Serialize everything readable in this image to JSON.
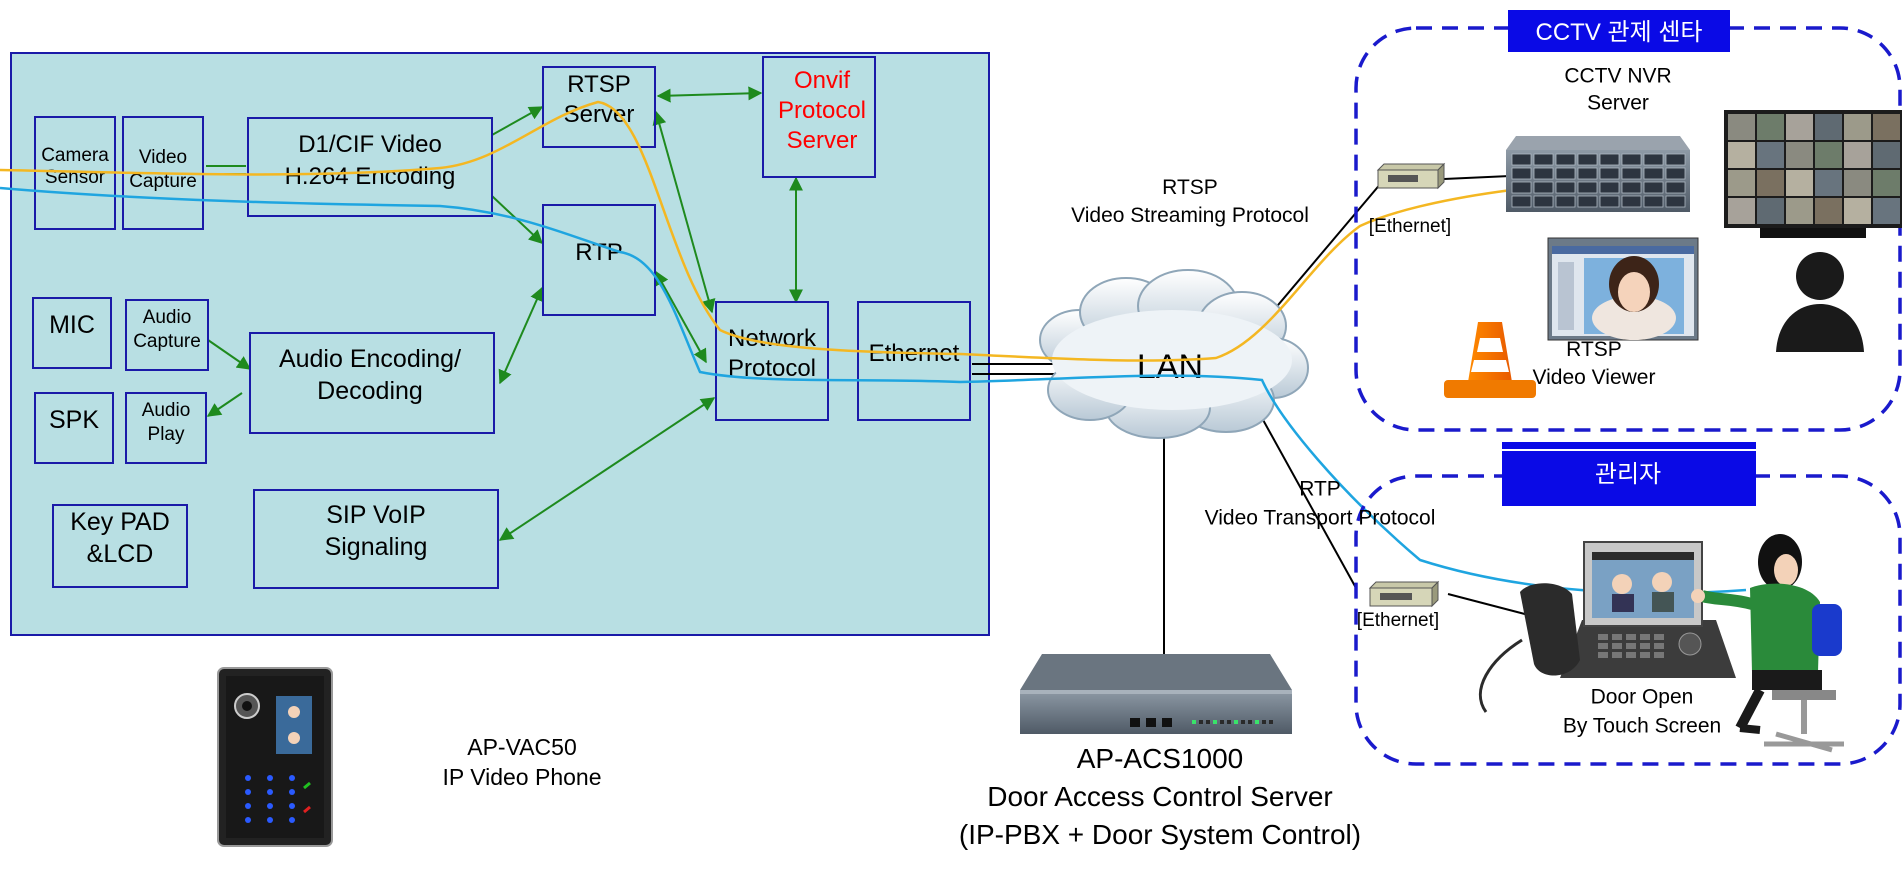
{
  "device_block": {
    "camera": "Camera\nSensor",
    "video_capture": "Video\nCapture",
    "video_encoding": "D1/CIF Video\nH.264 Encoding",
    "rtsp_server": "RTSP\nServer",
    "onvif_server": "Onvif\nProtocol\nServer",
    "rtp": "RTP",
    "mic": "MIC",
    "audio_capture": "Audio\nCapture",
    "audio_encoding": "Audio Encoding/\nDecoding",
    "spk": "SPK",
    "audio_play": "Audio\nPlay",
    "network_protocol": "Network\nProtocol",
    "ethernet": "Ethernet",
    "keypad": "Key PAD\n&LCD",
    "sip": "SIP VoIP\nSignaling"
  },
  "phone": {
    "label": "AP-VAC50\nIP Video Phone"
  },
  "server": {
    "label": "AP-ACS1000\nDoor Access Control Server\n(IP-PBX + Door System Control)"
  },
  "lan": {
    "label": "LAN"
  },
  "protocols": {
    "rtsp": "RTSP\nVideo Streaming Protocol",
    "rtp": "RTP\nVideo Transport  Protocol"
  },
  "cctv_center": {
    "title": "CCTV 관제 센타",
    "nvr": "CCTV NVR\nServer",
    "ethernet": "[Ethernet]",
    "viewer": "RTSP\nVideo Viewer"
  },
  "admin": {
    "title": "관리자",
    "ethernet": "[Ethernet]",
    "door_open": "Door Open\nBy Touch Screen"
  },
  "colors": {
    "panel_fill": "#b8dfe3",
    "box_stroke": "#1a1aa8",
    "arrow": "#1e8a1e",
    "video_line": "#f4b722",
    "audio_line": "#1fa5e0",
    "dashed": "#1a1acc",
    "title_fill": "#0a0ae6",
    "onvif_text": "#ff0000"
  }
}
